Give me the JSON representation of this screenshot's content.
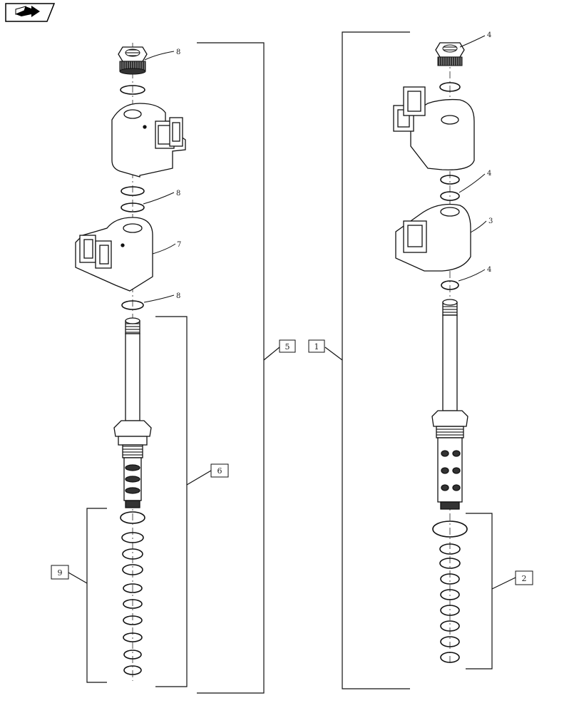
{
  "nav": {
    "icon": "page-turn-arrow-icon"
  },
  "callouts": {
    "left_nut": "8",
    "left_oring_upper": "8",
    "left_coil_lower": "7",
    "left_oring_lower": "8",
    "right_nut": "4",
    "right_oring_upper": "4",
    "right_coil_lower": "3",
    "right_oring_lower": "4"
  },
  "boxes": {
    "assembly_left": "5",
    "assembly_right": "1",
    "cartridge_left": "6",
    "seal_kit_left": "9",
    "seal_kit_right": "2"
  }
}
